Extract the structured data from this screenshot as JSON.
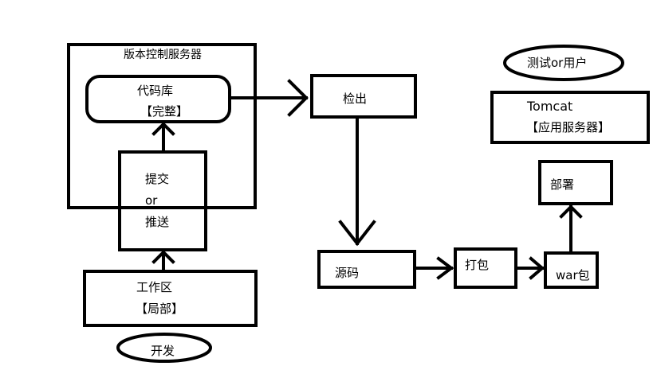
{
  "nodes": {
    "vcs_server": {
      "label": "版本控制服务器"
    },
    "repo": {
      "line1": "代码库",
      "line2": "【完整】"
    },
    "commit": {
      "line1": "提交",
      "line2": "or",
      "line3": "推送"
    },
    "workspace": {
      "line1": "工作区",
      "line2": "【局部】"
    },
    "dev": {
      "label": "开发"
    },
    "checkout": {
      "label": "检出"
    },
    "source": {
      "label": "源码"
    },
    "package": {
      "label": "打包"
    },
    "war": {
      "label": "war包"
    },
    "deploy": {
      "label": "部署"
    },
    "tomcat": {
      "line1": "Tomcat",
      "line2": "【应用服务器】"
    },
    "users": {
      "label": "测试or用户"
    }
  }
}
